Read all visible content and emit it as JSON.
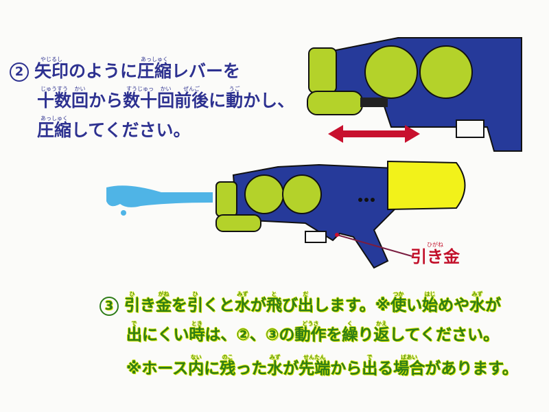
{
  "step2": {
    "number": "2",
    "lines": [
      [
        [
          "矢印",
          "やじるし"
        ],
        [
          "のように",
          ""
        ],
        [
          "圧縮",
          "あっしゅく"
        ],
        [
          "レバーを",
          ""
        ]
      ],
      [
        [
          "十数",
          "じゅうすう"
        ],
        [
          "回",
          "かい"
        ],
        [
          "から",
          ""
        ],
        [
          "数十",
          "すうじゅっ"
        ],
        [
          "回",
          "かい"
        ],
        [
          "前後",
          "ぜんご"
        ],
        [
          "に",
          ""
        ],
        [
          "動",
          "うご"
        ],
        [
          "かし、",
          ""
        ]
      ],
      [
        [
          "圧縮",
          "あっしゅく"
        ],
        [
          "してください。",
          ""
        ]
      ]
    ]
  },
  "step3": {
    "number": "3",
    "lines": [
      [
        [
          "引",
          "ひ"
        ],
        [
          "き",
          ""
        ],
        [
          "金",
          "がね"
        ],
        [
          "を",
          ""
        ],
        [
          "引",
          "ひ"
        ],
        [
          "くと",
          ""
        ],
        [
          "水",
          "みず"
        ],
        [
          "が",
          ""
        ],
        [
          "飛",
          "と"
        ],
        [
          "び",
          ""
        ],
        [
          "出",
          "だ"
        ],
        [
          "します。※",
          ""
        ],
        [
          "使",
          "つか"
        ],
        [
          "い",
          ""
        ],
        [
          "始",
          "はじ"
        ],
        [
          "めや",
          ""
        ],
        [
          "水",
          "みず"
        ],
        [
          "が",
          ""
        ]
      ],
      [
        [
          "出",
          "で"
        ],
        [
          "にくい",
          ""
        ],
        [
          "時",
          "とき"
        ],
        [
          "は、②、③の",
          ""
        ],
        [
          "動作",
          "どうさ"
        ],
        [
          "を",
          ""
        ],
        [
          "繰",
          "く"
        ],
        [
          "り",
          ""
        ],
        [
          "返",
          "かえ"
        ],
        [
          "してください。",
          ""
        ]
      ],
      [
        [
          "※ホース",
          ""
        ],
        [
          "内",
          "ない"
        ],
        [
          "に",
          ""
        ],
        [
          "残",
          "のこ"
        ],
        [
          "った",
          ""
        ],
        [
          "水",
          "みず"
        ],
        [
          "が",
          ""
        ],
        [
          "先端",
          "せんたん"
        ],
        [
          "から",
          ""
        ],
        [
          "出",
          "で"
        ],
        [
          "る",
          ""
        ],
        [
          "場合",
          "ばあい"
        ],
        [
          "があります。",
          ""
        ]
      ]
    ]
  },
  "trigger_label": {
    "text": "引き金",
    "ruby": "ひがね"
  },
  "colors": {
    "body": "#263a9a",
    "accent": "#b4d22a",
    "tank": "#f2f21a",
    "arrow": "#c8102e",
    "water": "#4fb4e6"
  }
}
